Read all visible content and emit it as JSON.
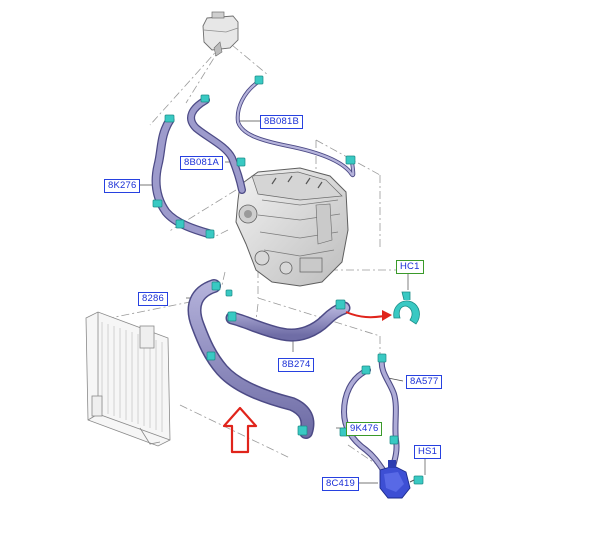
{
  "colors": {
    "hose_fill": "#8e8cc0",
    "hose_edge": "#4d4b86",
    "connector": "#39c9c3",
    "callout_blue": "#2741e0",
    "callout_green": "#3a9a2a",
    "arrow_red": "#e0241b",
    "guide_line": "#9a9a9a"
  },
  "icons": [
    "coolant-reservoir-icon",
    "engine-block-icon",
    "radiator-icon",
    "thermostat-housing-icon",
    "hose-clip-icon",
    "airflow-arrow-icon"
  ],
  "callouts": {
    "c8B081B": "8B081B",
    "c8B081A": "8B081A",
    "c8K276": "8K276",
    "cHC1": "HC1",
    "c8286": "8286",
    "c8B274": "8B274",
    "c8A577": "8A577",
    "c9K476": "9K476",
    "cHS1": "HS1",
    "c8C419": "8C419"
  }
}
